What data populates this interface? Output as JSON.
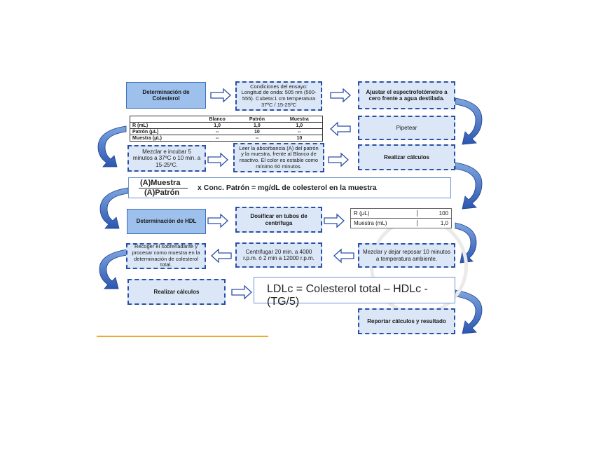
{
  "nodes": {
    "det_col": "Determinación de Colesterol",
    "condiciones": "Condiciones del ensayo: Longitud de onda: 505 nm (500-555). Cubeta:1 cm temperatura 37ºC / 15-25ºC",
    "ajustar": "Ajustar el espectrofotómetro a cero frente a agua destilada.",
    "pipetear": "Pipetear",
    "mezclar1": "Mezclar e incubar 5 minutos a 37ºC o 10 min. a 15-25ºC.",
    "leer": "Leer la absorbancia (A) del patrón y la muestra, frente al Blanco de reactivo. El color es estable como mínimo 60 minutos.",
    "calc1": "Realizar cálculos",
    "det_hdl": "Determinación de HDL",
    "dosificar": "Dosificar en tubos de centrífuga",
    "mezclar2": "Mezclar y dejar reposar 10 minutos a temperatura ambiente.",
    "centrifugar": "Centrifugar 20 min. a 4000 r.p.m. ó 2 min a 12000 r.p.m.",
    "recoger": "Recoger el sobrenadante y procesar como muestra en la determinación de colesterol total.",
    "calc2": "Realizar cálculos",
    "reportar": "Reportar cálculos y resultado"
  },
  "pip_table": {
    "headers": [
      "",
      "Blanco",
      "Patrón",
      "Muestra"
    ],
    "rows": [
      [
        "R (mL)",
        "1,0",
        "1,0",
        "1,0"
      ],
      [
        "Patrón (μL)",
        "--",
        "10",
        "--"
      ],
      [
        "Muestra (μL)",
        "--",
        "--",
        "10"
      ]
    ]
  },
  "hdl_table": {
    "rows": [
      [
        "R (μL)",
        "100"
      ],
      [
        "Muestra (mL)",
        "1,0"
      ]
    ]
  },
  "formula1": {
    "num": "(A)Muestra",
    "den": "(A)Patrón",
    "rest": "x Conc. Patrón = mg/dL de colesterol en la muestra"
  },
  "formula2": "LDLc = Colesterol total – HDLc - (TG/5)",
  "colors": {
    "solid_fill": "#9dc0ec",
    "dash_fill": "#dbe7f7",
    "border": "#2a4fa6",
    "rule": "#f0a830"
  }
}
